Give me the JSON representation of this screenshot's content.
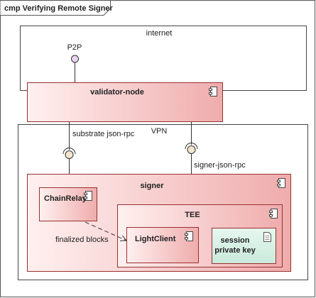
{
  "frame": {
    "title": "cmp Verifying Remote Signer"
  },
  "boundaries": {
    "internet": "internet",
    "vpn": "VPN"
  },
  "components": {
    "validator_node": "validator-node",
    "signer": "signer",
    "chain_relay": "ChainRelay",
    "tee": "TEE",
    "light_client": "LightClient",
    "session_key_line1": "session",
    "session_key_line2": "private key"
  },
  "interfaces": {
    "p2p": "P2P",
    "substrate_rpc": "substrate json-rpc",
    "signer_rpc": "signer-json-rpc"
  },
  "connectors": {
    "finalized_blocks": "finalized blocks"
  },
  "colors": {
    "component_fill_light": "#fff0f0",
    "component_fill_dark": "#f0b0b0",
    "component_border": "#9a3030",
    "artifact_fill": "#d7f0e4",
    "interface_fill": "#e7d7ee",
    "line": "#333333"
  }
}
